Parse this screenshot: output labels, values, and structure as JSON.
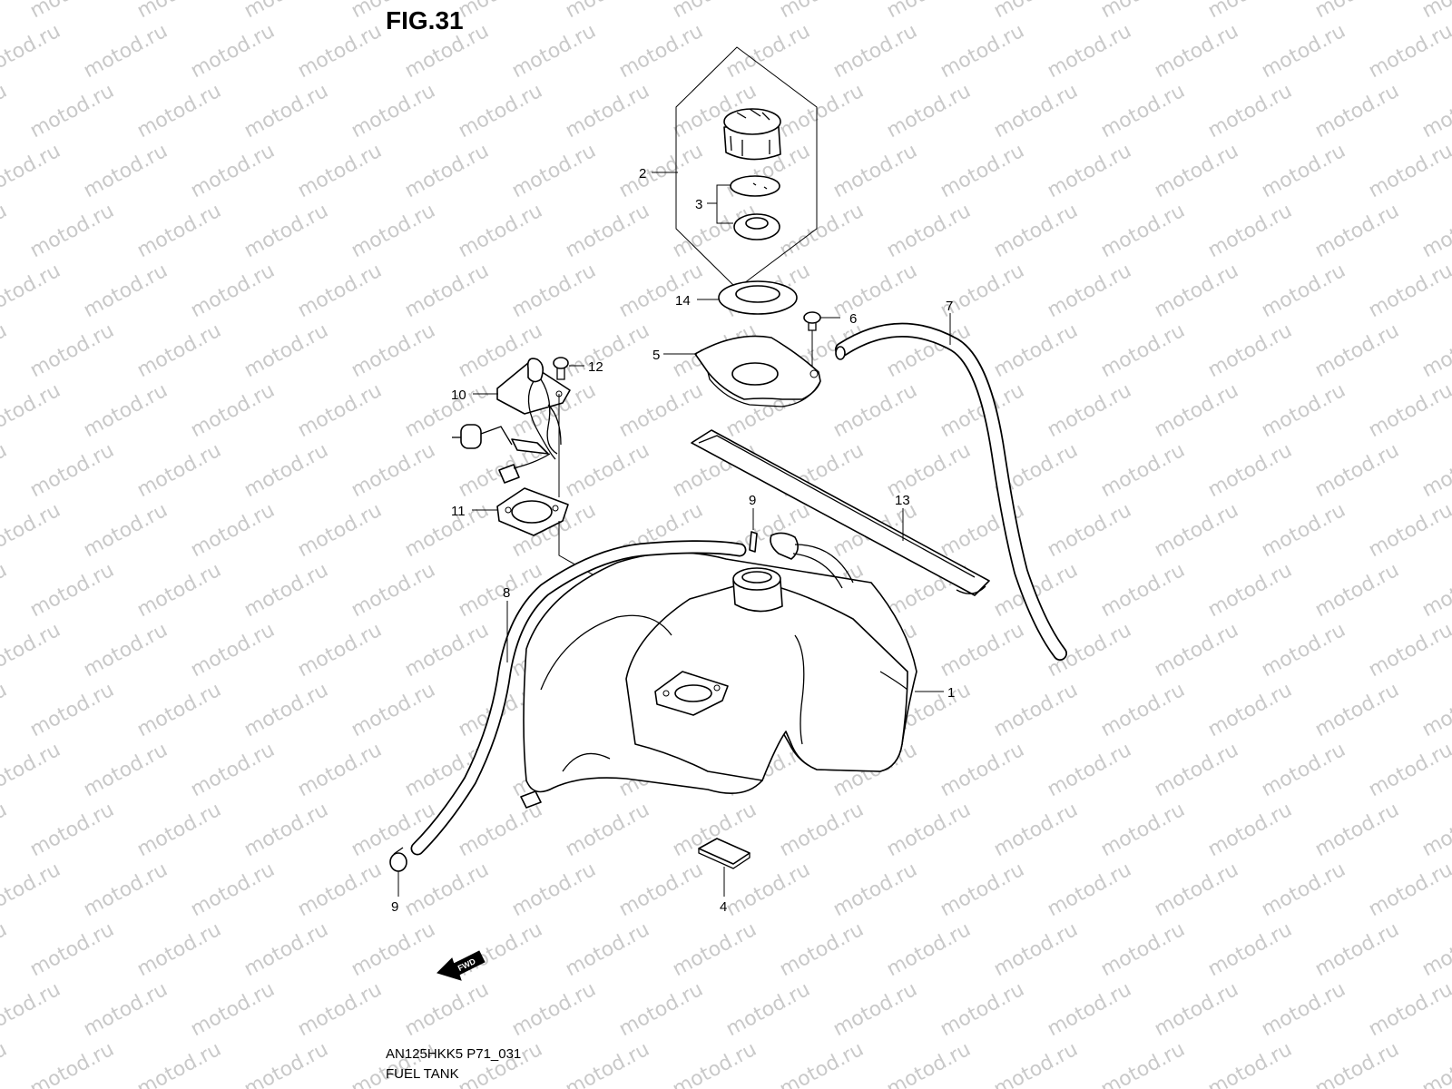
{
  "figure": {
    "title": "FIG.31"
  },
  "watermark": {
    "text": "motod.ru",
    "color": "#c9c9c9"
  },
  "footer": {
    "model_code": "AN125HKK5 P71_031",
    "caption": "FUEL TANK"
  },
  "fwd_arrow": {
    "label": "FWD",
    "icon": "forward-arrow-icon"
  },
  "callouts": {
    "c1": "1",
    "c2": "2",
    "c3": "3",
    "c4": "4",
    "c5": "5",
    "c6": "6",
    "c7": "7",
    "c8": "8",
    "c9a": "9",
    "c9b": "9",
    "c10": "10",
    "c11": "11",
    "c12": "12",
    "c13": "13",
    "c14": "14"
  }
}
